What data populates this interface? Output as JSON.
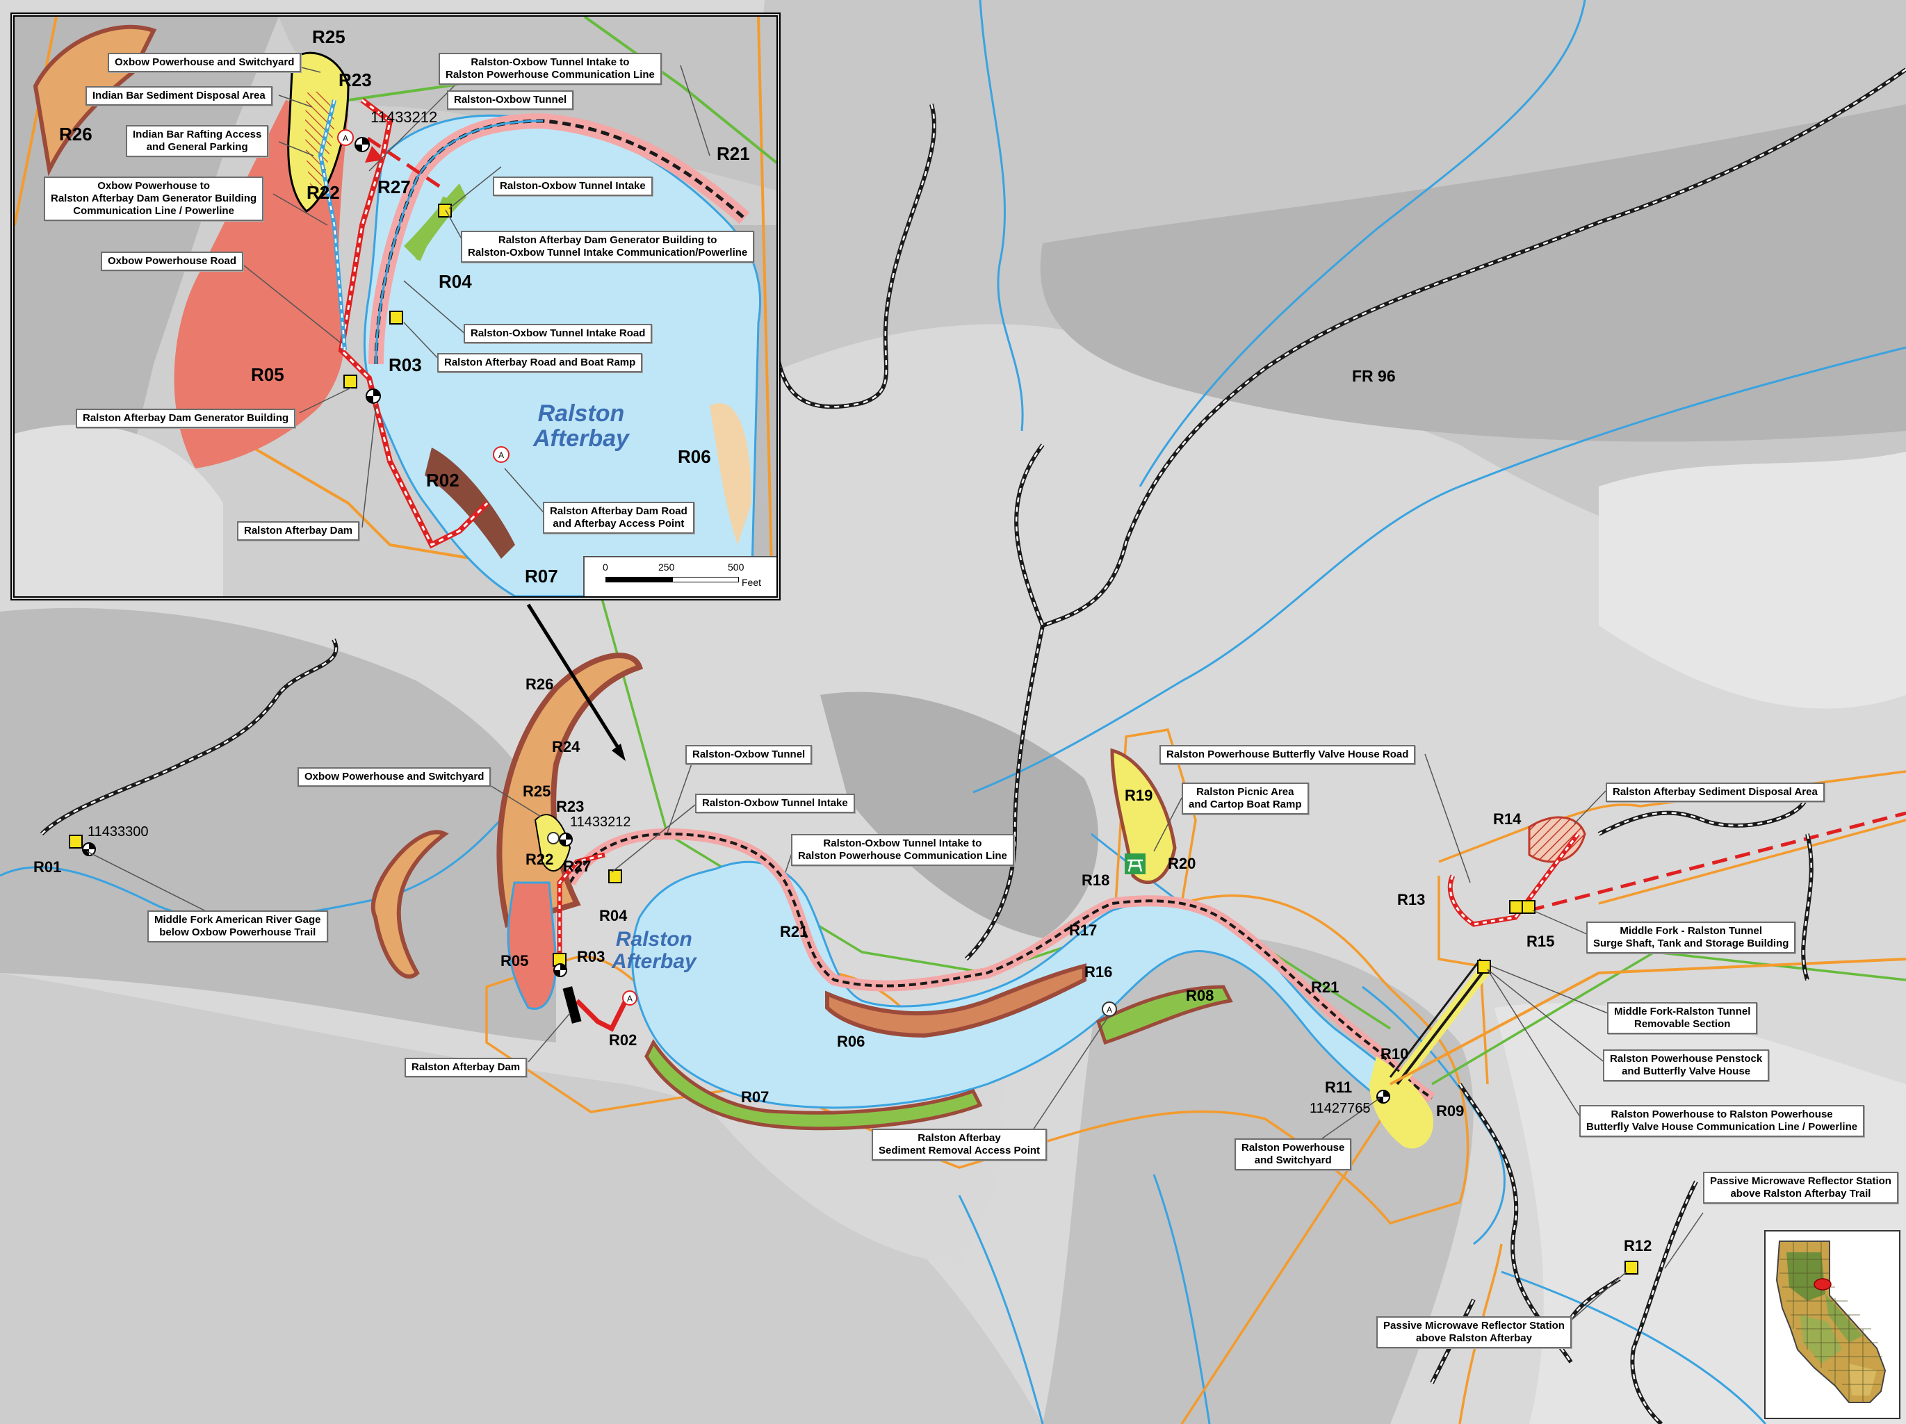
{
  "colors": {
    "water": "#bfe6f7",
    "river_line": "#3aa3e0",
    "orange_boundary": "#f39b2e",
    "red_zone": "#e97a6c",
    "red_zone_edge": "#c9504a",
    "tan_zone": "#e6a76a",
    "brown_edge": "#9c4a3a",
    "yellow_zone": "#f3ec6a",
    "green_line": "#66bb3c",
    "pink_halo": "#f4a7a7",
    "dashed_red": "#e02020",
    "road_black": "#1a1a1a"
  },
  "main_map": {
    "road_label": "FR 96",
    "water_label": "Ralston\nAfterbay",
    "recreation_ids": [
      {
        "id": "R01"
      },
      {
        "id": "R02"
      },
      {
        "id": "R03"
      },
      {
        "id": "R04"
      },
      {
        "id": "R05"
      },
      {
        "id": "R06"
      },
      {
        "id": "R07"
      },
      {
        "id": "R08"
      },
      {
        "id": "R09"
      },
      {
        "id": "R10"
      },
      {
        "id": "R11"
      },
      {
        "id": "R12"
      },
      {
        "id": "R13"
      },
      {
        "id": "R14"
      },
      {
        "id": "R15"
      },
      {
        "id": "R16"
      },
      {
        "id": "R17"
      },
      {
        "id": "R18"
      },
      {
        "id": "R19"
      },
      {
        "id": "R20"
      },
      {
        "id": "R21"
      },
      {
        "id": "R21b",
        "text": "R21"
      },
      {
        "id": "R22"
      },
      {
        "id": "R23"
      },
      {
        "id": "R24"
      },
      {
        "id": "R25"
      },
      {
        "id": "R26"
      },
      {
        "id": "R27"
      }
    ],
    "gages": {
      "g1": "11433300",
      "g2": "11433212",
      "g3": "11427765"
    },
    "callouts": {
      "oxbow_powerhouse_switchyard": "Oxbow Powerhouse and Switchyard",
      "ralston_oxbow_tunnel": "Ralston-Oxbow Tunnel",
      "ralston_oxbow_tunnel_intake": "Ralston-Oxbow Tunnel Intake",
      "tunnel_intake_comm_line": "Ralston-Oxbow Tunnel Intake to\nRalston Powerhouse Communication Line",
      "butterfly_valve_house_road": "Ralston Powerhouse Butterfly Valve House Road",
      "picnic_area": "Ralston Picnic Area\nand Cartop Boat Ramp",
      "sediment_disposal_area": "Ralston Afterbay Sediment Disposal Area",
      "surge_shaft": "Middle Fork - Ralston Tunnel\nSurge Shaft, Tank and Storage Building",
      "removable_section": "Middle Fork-Ralston Tunnel\nRemovable Section",
      "penstock": "Ralston Powerhouse Penstock\nand Butterfly Valve House",
      "powerhouse_comm_line": "Ralston Powerhouse to Ralston Powerhouse\nButterfly Valve House Communication Line / Powerline",
      "microwave_trail": "Passive Microwave Reflector Station\nabove Ralston Afterbay Trail",
      "microwave_station": "Passive Microwave Reflector Station\nabove Ralston Afterbay",
      "powerhouse_switchyard": "Ralston Powerhouse\nand Switchyard",
      "sediment_removal_access": "Ralston Afterbay\nSediment Removal Access Point",
      "afterbay_dam": "Ralston Afterbay Dam",
      "river_gage": "Middle Fork American River Gage\nbelow Oxbow Powerhouse Trail"
    }
  },
  "inset_map": {
    "water_label": "Ralston\nAfterbay",
    "recreation_ids": [
      {
        "id": "R02"
      },
      {
        "id": "R03"
      },
      {
        "id": "R04"
      },
      {
        "id": "R05"
      },
      {
        "id": "R06"
      },
      {
        "id": "R07"
      },
      {
        "id": "R21"
      },
      {
        "id": "R22"
      },
      {
        "id": "R23"
      },
      {
        "id": "R25"
      },
      {
        "id": "R26"
      },
      {
        "id": "R27"
      }
    ],
    "gage": "11433212",
    "callouts": {
      "oxbow_powerhouse_switchyard": "Oxbow Powerhouse and Switchyard",
      "indian_bar_disposal": "Indian Bar Sediment Disposal Area",
      "indian_bar_rafting": "Indian Bar Rafting Access\nand General Parking",
      "oxbow_comm_line": "Oxbow Powerhouse to\nRalston Afterbay Dam Generator Building\nCommunication Line / Powerline",
      "oxbow_powerhouse_road": "Oxbow Powerhouse Road",
      "tunnel_intake_comm_line": "Ralston-Oxbow Tunnel Intake to\nRalston Powerhouse Communication Line",
      "ralston_oxbow_tunnel": "Ralston-Oxbow Tunnel",
      "ralston_oxbow_tunnel_intake": "Ralston-Oxbow Tunnel Intake",
      "generator_to_intake": "Ralston Afterbay Dam Generator Building to\nRalston-Oxbow Tunnel Intake Communication/Powerline",
      "tunnel_intake_road": "Ralston-Oxbow Tunnel Intake Road",
      "road_boat_ramp": "Ralston Afterbay Road and Boat Ramp",
      "generator_building": "Ralston Afterbay Dam Generator Building",
      "dam_road_access": "Ralston Afterbay Dam Road\nand Afterbay Access Point",
      "afterbay_dam": "Ralston Afterbay Dam"
    },
    "scale": {
      "tick0": "0",
      "tick1": "250",
      "tick2": "500",
      "unit": "Feet"
    }
  }
}
